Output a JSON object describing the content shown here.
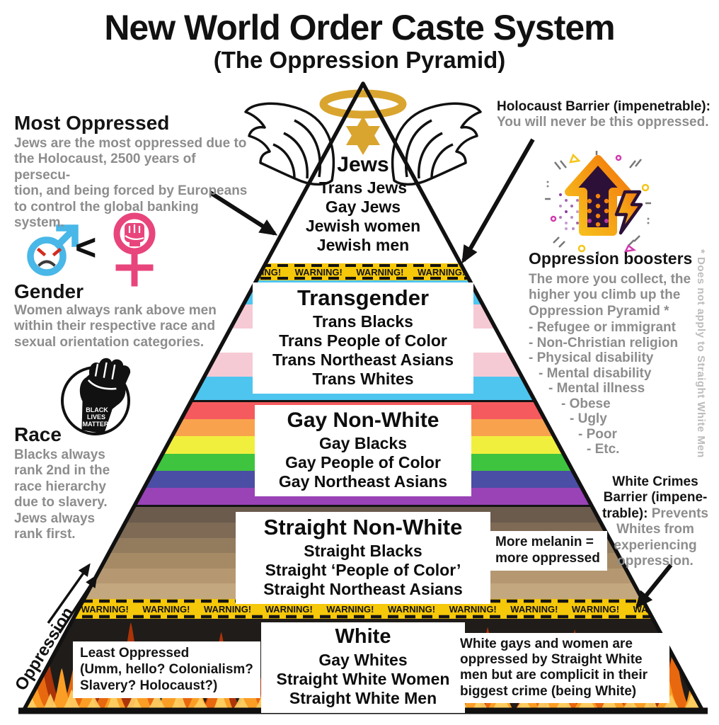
{
  "title": {
    "main": "New World Order Caste System",
    "sub": "(The Oppression Pyramid)"
  },
  "left": {
    "most_oppressed": {
      "heading": "Most Oppressed",
      "body": "Jews are the most oppressed due to\nthe Holocaust, 2500 years of persecu-\ntion, and being forced by Europeans\nto control the global banking system."
    },
    "gender": {
      "heading": "Gender",
      "comparison": "<",
      "body": "Women always rank above men\nwithin their respective race and\nsexual orientation categories."
    },
    "race": {
      "heading": "Race",
      "body": "Blacks always\nrank 2nd in the\nrace hierarchy\ndue to slavery.\nJews always\nrank first."
    },
    "oppression_axis": "Oppression",
    "blm_badge": {
      "line1": "BLACK",
      "line2": "LIVES",
      "line3": "MATTER"
    }
  },
  "right": {
    "holocaust_barrier": {
      "heading": "Holocaust Barrier (impenetrable):",
      "body": "You will never be this oppressed."
    },
    "boosters": {
      "heading": "Oppression boosters",
      "body": "The more you collect, the\nhigher you climb up the\nOppression Pyramid *",
      "items": [
        "- Refugee or immigrant",
        "- Non-Christian religion",
        "- Physical disability",
        "- Mental disability",
        "- Mental illness",
        "- Obese",
        "- Ugly",
        "- Poor",
        "- Etc."
      ]
    },
    "footnote_vertical": "* Does not apply to Straight White Men",
    "white_crimes": {
      "heading": "White Crimes Barrier (impene-trable):",
      "body": "Prevents Whites from experiencing oppression."
    }
  },
  "pyramid": {
    "warning_label": "WARNING!",
    "tiers": {
      "jews": {
        "title": "Jews",
        "items": [
          "Trans Jews",
          "Gay Jews",
          "Jewish women",
          "Jewish men"
        ]
      },
      "transgender": {
        "title": "Transgender",
        "items": [
          "Trans Blacks",
          "Trans People of Color",
          "Trans Northeast Asians",
          "Trans Whites"
        ],
        "colors": [
          "#4EC5EF",
          "#F6CAD5",
          "#FFFFFF",
          "#F6CAD5",
          "#4EC5EF"
        ]
      },
      "gay_non_white": {
        "title": "Gay Non-White",
        "items": [
          "Gay Blacks",
          "Gay People of Color",
          "Gay Northeast Asians"
        ],
        "colors": [
          "#F55A5E",
          "#F8A24E",
          "#F1EF3E",
          "#3EC43E",
          "#4A4EA4",
          "#9943B7"
        ]
      },
      "straight_non_white": {
        "title": "Straight Non-White",
        "items": [
          "Straight Blacks",
          "Straight ‘People of Color’",
          "Straight Northeast Asians"
        ],
        "colors": [
          "#6B5B4D",
          "#7E6A55",
          "#937C5E",
          "#A58A65",
          "#B59872",
          "#C3A77E"
        ],
        "note": "More melanin =\nmore oppressed"
      },
      "white": {
        "title": "White",
        "items": [
          "Gay Whites",
          "Straight White Women",
          "Straight White Men"
        ],
        "note_left": "Least Oppressed\n(Umm, hello? Colonialism?\nSlavery? Holocaust?)",
        "note_right": "White gays and women are oppressed by Straight White men but are complicit in their biggest crime (being White)"
      }
    }
  },
  "palette": {
    "gold": "#D9A52F",
    "tape_yellow": "#F6C80A",
    "male_blue": "#49B7E8",
    "female_pink": "#E8457C",
    "booster_orange": "#F3770B",
    "booster_yellow": "#F7C51E",
    "fire_deep": "#B33608",
    "fire_mid": "#E8680F",
    "fire_bright": "#FB9E25",
    "fire_core": "#FFD166"
  }
}
